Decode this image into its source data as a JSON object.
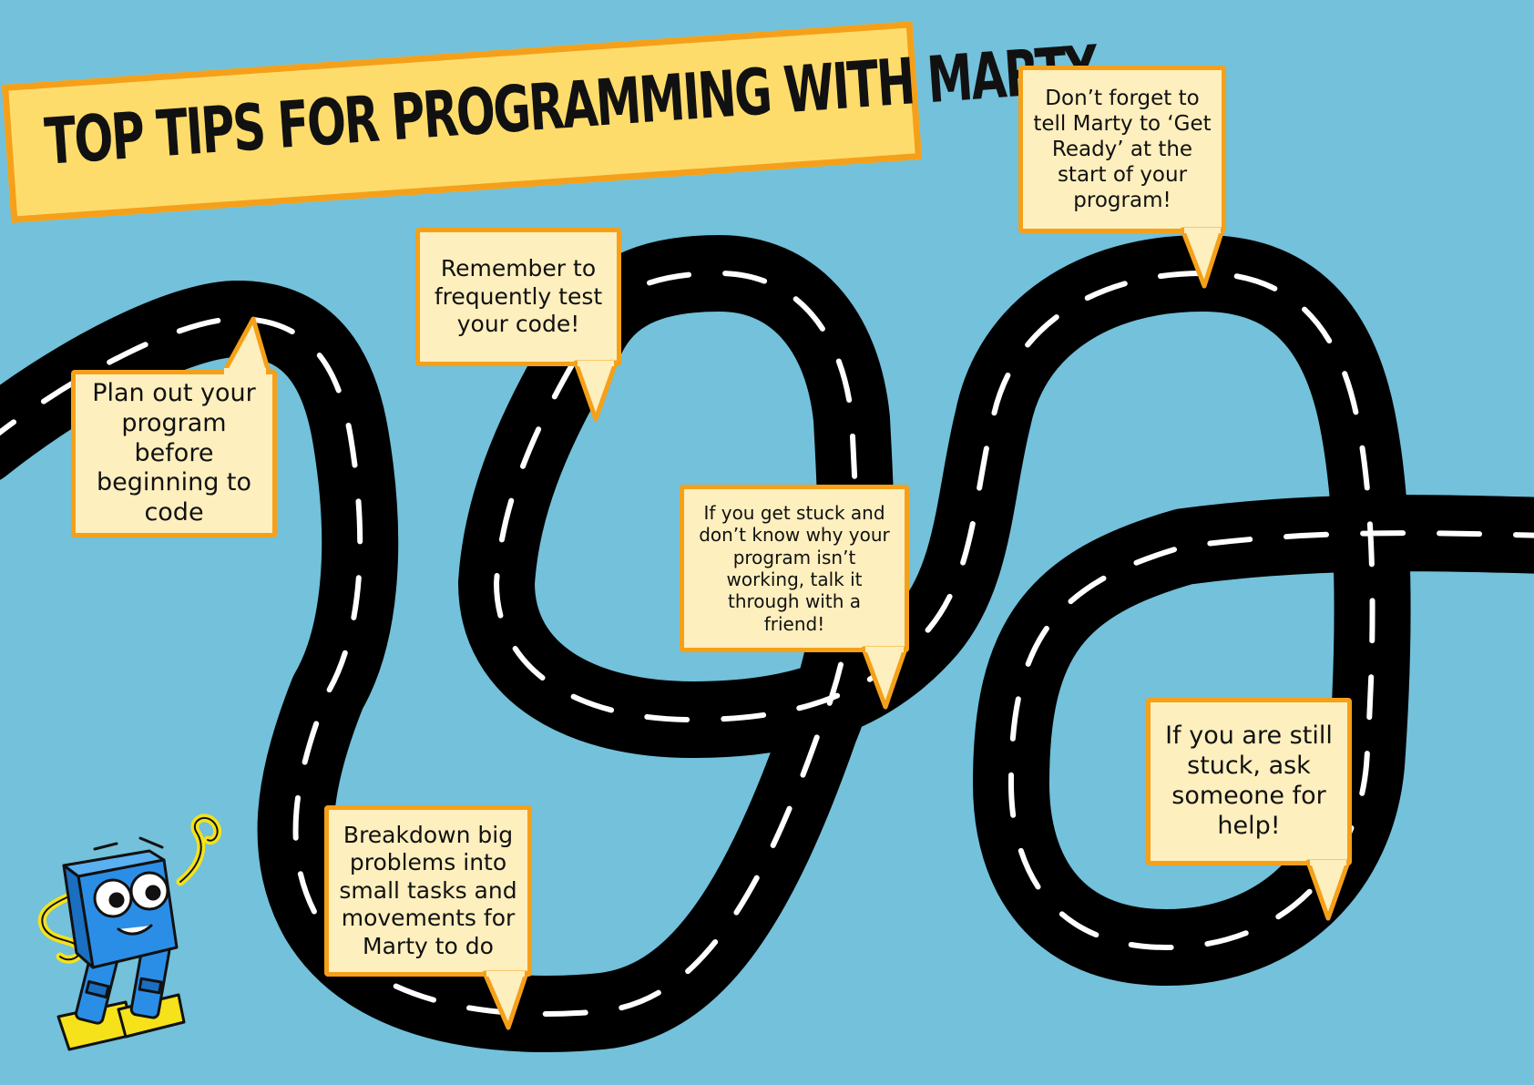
{
  "banner": {
    "title": "TOP TIPS FOR PROGRAMMING WITH MARTY"
  },
  "tips": [
    {
      "id": "plan",
      "text": "Plan out your program before beginning to code"
    },
    {
      "id": "test",
      "text": "Remember to frequently test your code!"
    },
    {
      "id": "get-ready",
      "text": "Don’t forget to tell Marty to ‘Get Ready’ at the start of your program!"
    },
    {
      "id": "talk",
      "text": "If you get stuck and don’t know why your program isn’t working, talk it through with a friend!"
    },
    {
      "id": "breakdown",
      "text": "Breakdown big problems into small tasks and movements for Marty to do"
    },
    {
      "id": "ask",
      "text": "If you are still stuck, ask someone for help!"
    }
  ],
  "colors": {
    "background": "#73c1da",
    "road": "#000000",
    "road_marking": "#ffffff",
    "banner_fill": "#fddc6c",
    "banner_border": "#f5a01a",
    "tip_fill": "#fdefbe",
    "tip_border": "#f5a01a",
    "robot_blue": "#2b8ee6",
    "robot_yellow": "#f5e21a"
  },
  "mascot": {
    "icon": "marty-robot-icon"
  }
}
